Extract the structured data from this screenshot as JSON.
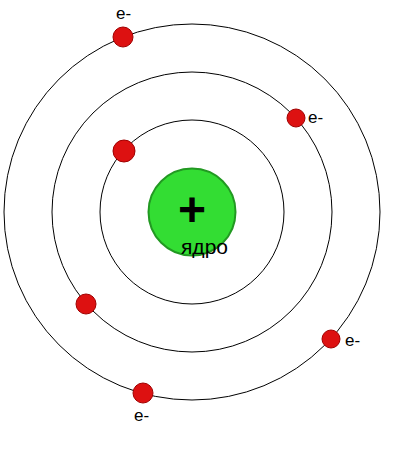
{
  "diagram": {
    "nodes": [
      {
        "text": [
          "+",
          "ядро"
        ]
      }
    ],
    "labels": [
      "e-",
      "e-",
      "e-",
      "e-"
    ]
  }
}
